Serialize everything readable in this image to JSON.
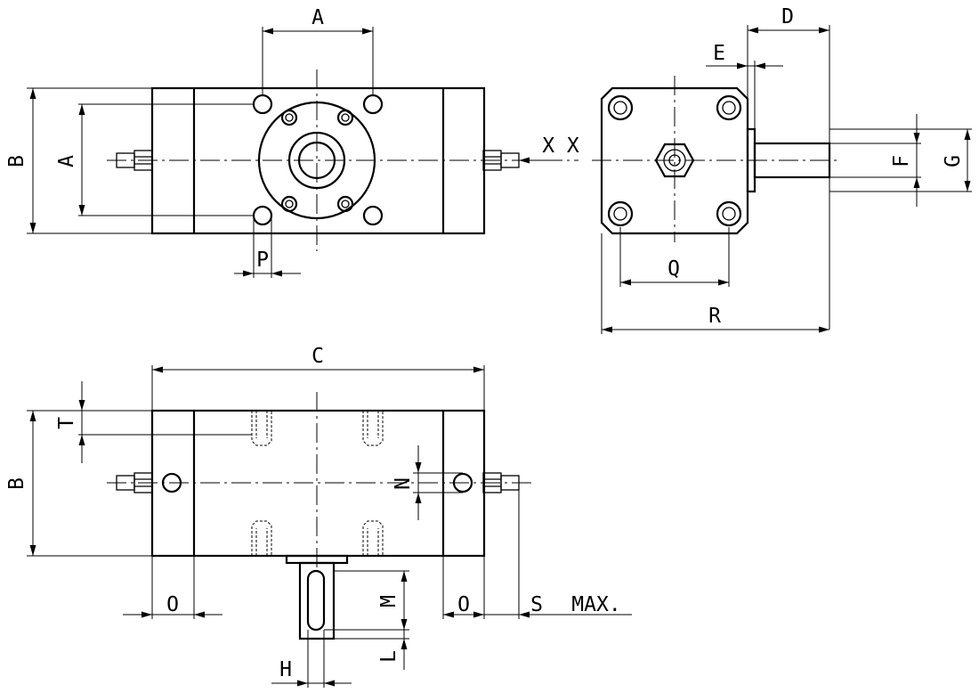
{
  "labels": {
    "A_top": "A",
    "A_side": "A",
    "B_front": "B",
    "B_top": "B",
    "P": "P",
    "XX": "X X",
    "D": "D",
    "E": "E",
    "F": "F",
    "G": "G",
    "Q": "Q",
    "R": "R",
    "C": "C",
    "T": "T",
    "N": "N",
    "O_left": "O",
    "O_right": "O",
    "M": "M",
    "L": "L",
    "H": "H",
    "S": "S",
    "MAX": "MAX."
  }
}
